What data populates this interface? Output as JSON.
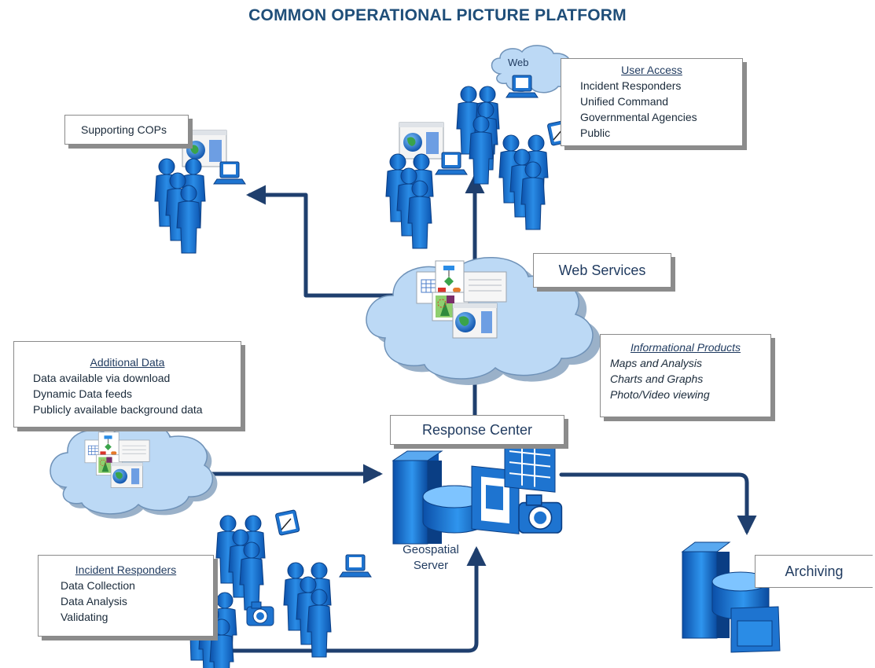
{
  "title": "COMMON OPERATIONAL PICTURE PLATFORM",
  "supporting": {
    "label": "Supporting COPs"
  },
  "web_cloud": {
    "label": "Web"
  },
  "user_access": {
    "heading": "User Access",
    "items": [
      "Incident Responders",
      "Unified Command",
      "Governmental Agencies",
      "Public"
    ]
  },
  "web_services": {
    "label": "Web Services"
  },
  "informational_products": {
    "heading": "Informational Products",
    "items": [
      "Maps and Analysis",
      "Charts and Graphs",
      "Photo/Video viewing"
    ]
  },
  "additional_data": {
    "heading": "Additional Data",
    "items": [
      "Data available via download",
      "Dynamic Data feeds",
      "Publicly available background data"
    ]
  },
  "response_center": {
    "label": "Response Center"
  },
  "geospatial": {
    "line1": "Geospatial",
    "line2": "Server"
  },
  "incident_responders": {
    "heading": "Incident Responders",
    "items": [
      "Data Collection",
      "Data Analysis",
      "Validating"
    ]
  },
  "archiving": {
    "label": "Archiving"
  },
  "colors": {
    "title": "#1f4e79",
    "arrow": "#1f3f6e",
    "person": "#1e74d0",
    "cloud": "#bcd9f5"
  }
}
